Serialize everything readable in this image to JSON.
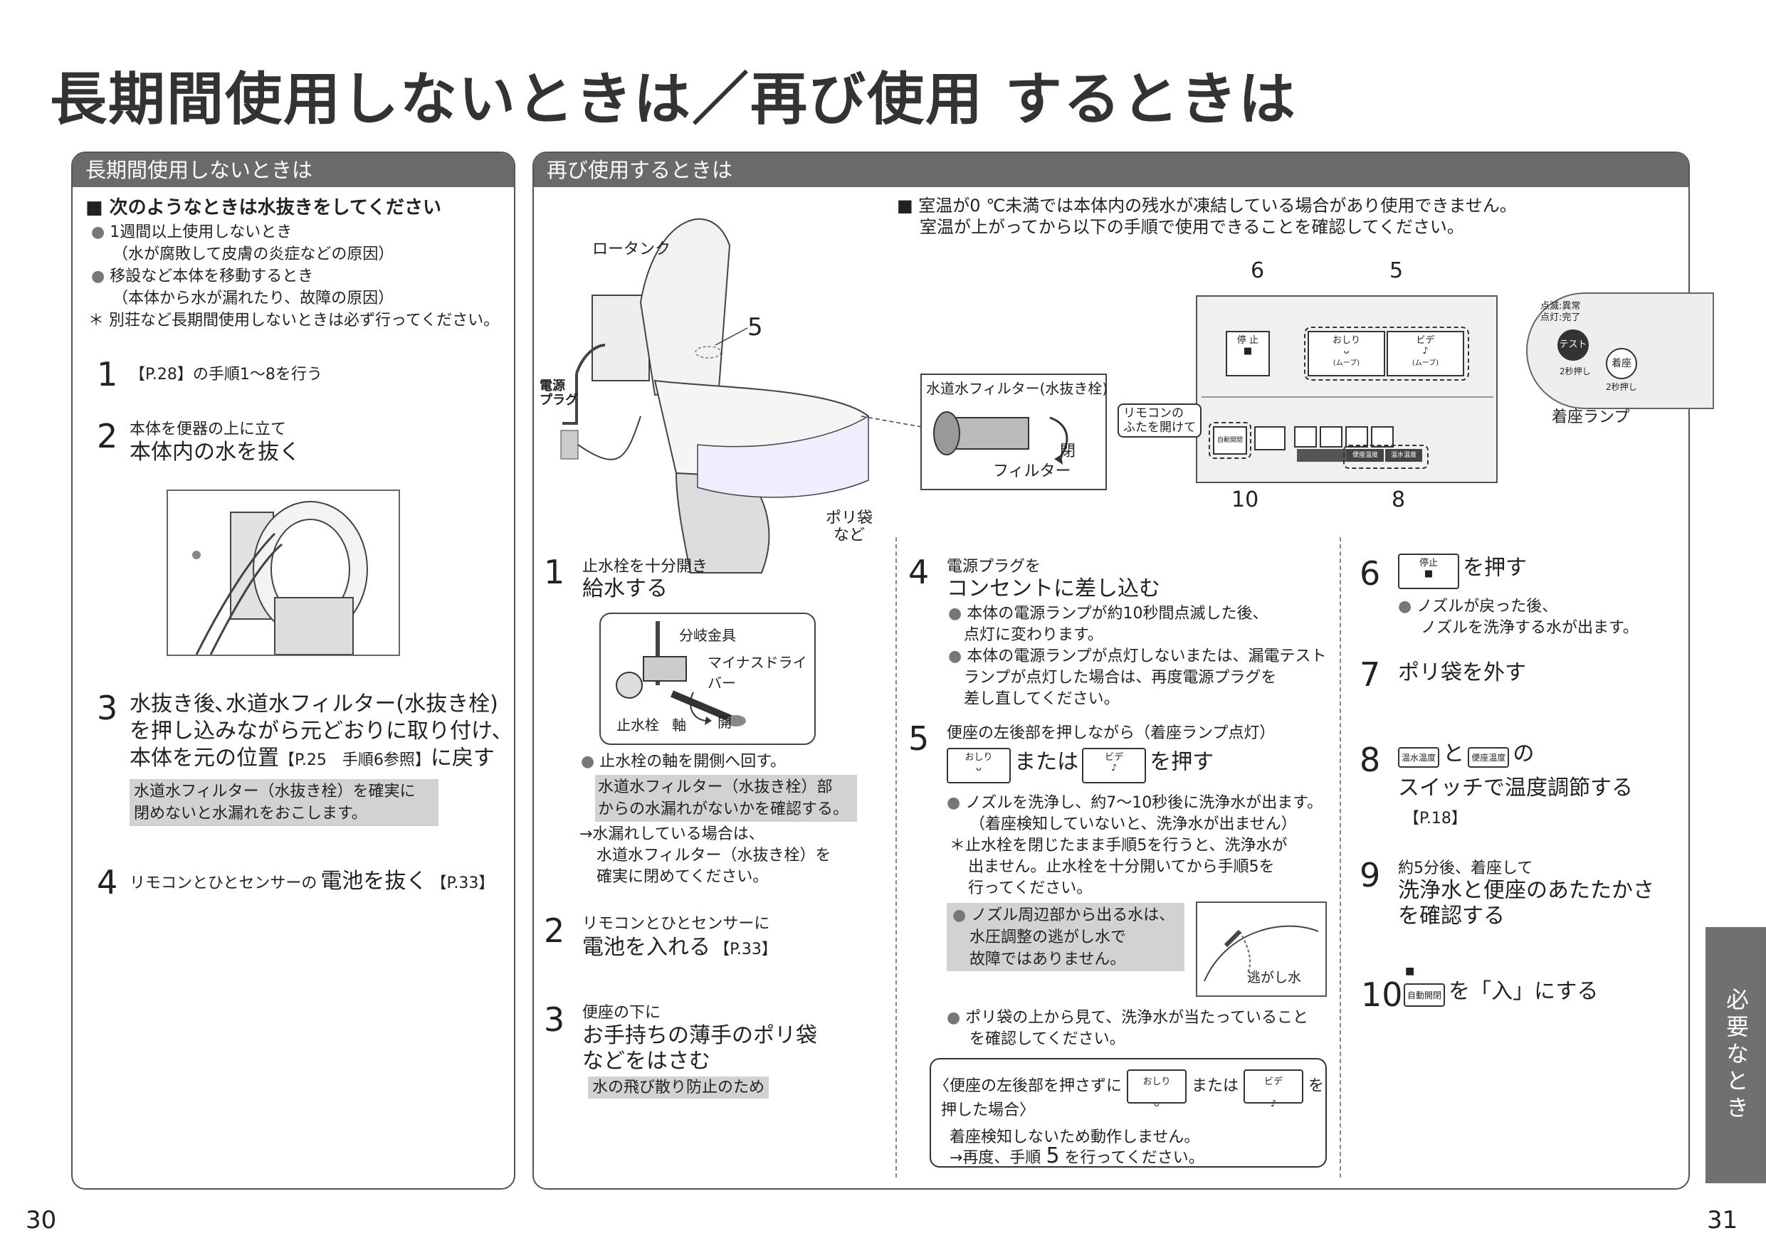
{
  "title": "長期間使用しないときは／再び使用 するときは",
  "left": {
    "header": "長期間使用しないときは",
    "drain_heading": "■ 次のようなときは水抜きをしてください",
    "drain_items": [
      "1週間以上使用しないとき",
      "（水が腐敗して皮膚の炎症などの原因）",
      "移設など本体を移動するとき",
      "（本体から水が漏れたり、故障の原因）",
      "＊ 別荘など長期間使用しないときは必ず行ってください。"
    ],
    "step1": {
      "num": "1",
      "ref": "【P.28】",
      "text": "の手順1～8を行う"
    },
    "step2": {
      "num": "2",
      "small": "本体を便器の上に立て",
      "big": "本体内の水を抜く"
    },
    "step3": {
      "num": "3",
      "line1": "水抜き後､水道水フィルター(水抜き栓)",
      "line2": "を押し込みながら元どおりに取り付け、",
      "line3a": "本体を元の位置",
      "line3ref": "【P.25　手順6参照】",
      "line3b": "に戻す",
      "note1": "水道水フィルター（水抜き栓）を確実に",
      "note2": "閉めないと水漏れをおこします。"
    },
    "step4": {
      "num": "4",
      "small": "リモコンとひとセンサーの",
      "big": "電池を抜く",
      "ref": "【P.33】"
    }
  },
  "right": {
    "header": "再び使用するときは",
    "notice1": "■ 室温が0 ℃未満では本体内の残水が凍結している場合があり使用できません。",
    "notice2": "室温が上がってから以下の手順で使用できることを確認してください。",
    "diagram": {
      "rotank": "ロータンク",
      "plug1": "電源",
      "plug2": "プラグ",
      "callout5": "5",
      "bag1": "ポリ袋",
      "bag2": "など",
      "filter_title": "水道水フィルター(水抜き栓)",
      "filter_label": "フィルター",
      "close": "閉",
      "lid1": "リモコンの",
      "lid2": "ふたを開けて",
      "n6": "6",
      "n5": "5",
      "n10": "10",
      "n8": "8",
      "stop": "停 止",
      "oshiri": "おしり",
      "bide": "ビデ",
      "move": "(ムーブ)",
      "auto": "自動開閉",
      "seat_temp": "便座温度",
      "water_temp": "温水温度",
      "lamp1": "点滅:異常",
      "lamp2": "点灯:完了",
      "test": "テスト",
      "seat": "着座",
      "press2a": "2秒押し",
      "press2b": "2秒押し",
      "seat_lamp": "着座ランプ"
    },
    "c1": {
      "num": "1",
      "small": "止水栓を十分開き",
      "big": "給水する",
      "fig_branch": "分岐金具",
      "fig_driver": "マイナスドライバー",
      "fig_valve": "止水栓",
      "fig_shaft": "軸",
      "fig_open": "開",
      "bullet": "止水栓の軸を開側へ回す。",
      "note1": "水道水フィルター（水抜き栓）部",
      "note2": "からの水漏れがないかを確認する。",
      "leak1": "→水漏れしている場合は、",
      "leak2": "水道水フィルター（水抜き栓）を",
      "leak3": "確実に閉めてください。"
    },
    "c2": {
      "num": "2",
      "small": "リモコンとひとセンサーに",
      "big": "電池を入れる",
      "ref": "【P.33】"
    },
    "c3": {
      "num": "3",
      "small": "便座の下に",
      "big1": "お手持ちの薄手のポリ袋",
      "big2": "などをはさむ",
      "note": "水の飛び散り防止のため"
    },
    "c4": {
      "num": "4",
      "small": "電源プラグを",
      "big": "コンセントに差し込む",
      "b1a": "本体の電源ランプが約10秒間点滅した後、",
      "b1b": "点灯に変わります。",
      "b2a": "本体の電源ランプが点灯しないまたは、漏電テスト",
      "b2b": "ランプが点灯した場合は、再度電源プラグを",
      "b2c": "差し直してください。"
    },
    "c5": {
      "num": "5",
      "small": "便座の左後部を押しながら（着座ランプ点灯）",
      "or": "または",
      "press": "を押す",
      "b1a": "ノズルを洗浄し、約7～10秒後に洗浄水が出ます。",
      "b1b": "（着座検知していないと、洗浄水が出ません）",
      "n1a": "＊止水栓を閉じたまま手順5を行うと、洗浄水が",
      "n1b": "出ません。止水栓を十分開いてから手順5を",
      "n1c": "行ってください。",
      "g1": "ノズル周辺部から出る水は、",
      "g2": "水圧調整の逃がし水で",
      "g3": "故障ではありません。",
      "escape": "逃がし水",
      "b2a": "ポリ袋の上から見て、洗浄水が当たっていること",
      "b2b": "を確認してください。",
      "box_a": "〈便座の左後部を押さずに",
      "box_or": "または",
      "box_wo": "を",
      "box_b": "押した場合〉",
      "box_c": "着座検知しないため動作しません。",
      "box_d1": "→再度、手順",
      "box_d2": "5",
      "box_d3": "を行ってください。"
    },
    "c6": {
      "num": "6",
      "stop": "停止",
      "press": "を押す",
      "b1": "ノズルが戻った後、",
      "b2": "ノズルを洗浄する水が出ます。"
    },
    "c7": {
      "num": "7",
      "big": "ポリ袋を外す"
    },
    "c8": {
      "num": "8",
      "k1": "温水温度",
      "and": "と",
      "k2": "便座温度",
      "no": "の",
      "big": "スイッチで温度調節する",
      "ref": "【P.18】"
    },
    "c9": {
      "num": "9",
      "small": "約5分後、着座して",
      "big1": "洗浄水と便座のあたたかさ",
      "big2": "を確認する"
    },
    "c10": {
      "num": "10",
      "key": "自動開閉",
      "text": "を「入」にする"
    }
  },
  "side_tab": "必要なとき",
  "page_left": "30",
  "page_right": "31"
}
